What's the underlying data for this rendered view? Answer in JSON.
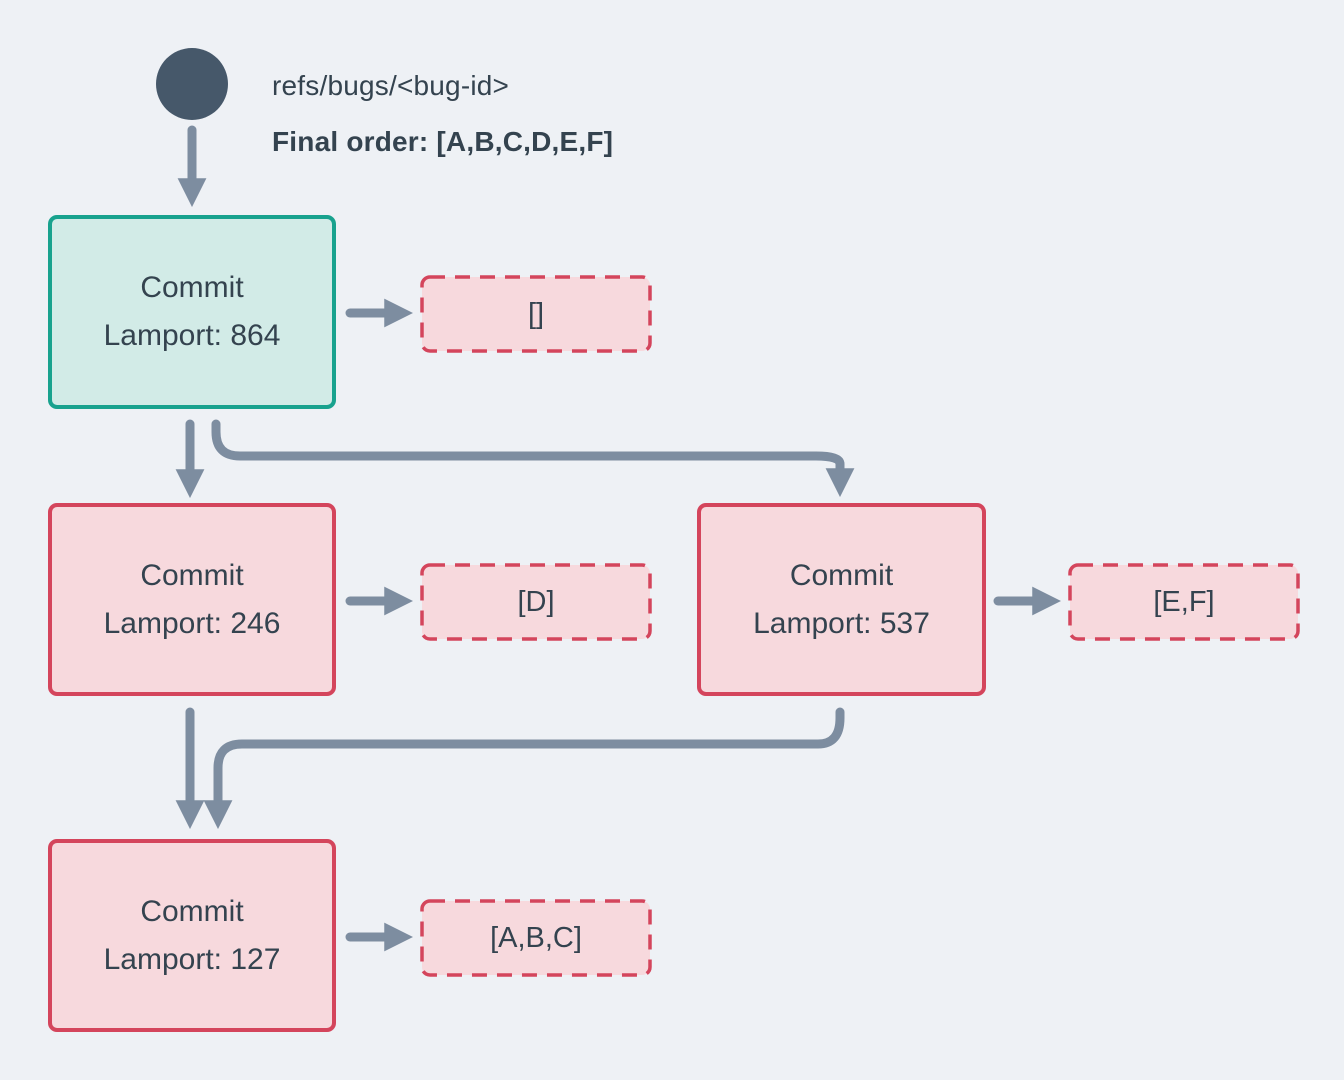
{
  "header": {
    "ref_name": "refs/bugs/<bug-id>",
    "final_order": "Final order: [A,B,C,D,E,F]"
  },
  "nodes": [
    {
      "title": "Commit",
      "lamport": "Lamport: 864",
      "payload": "[]"
    },
    {
      "title": "Commit",
      "lamport": "Lamport: 246",
      "payload": "[D]"
    },
    {
      "title": "Commit",
      "lamport": "Lamport: 537",
      "payload": "[E,F]"
    },
    {
      "title": "Commit",
      "lamport": "Lamport: 127",
      "payload": "[A,B,C]"
    }
  ],
  "colors": {
    "background": "#eef1f5",
    "node_text": "#34434f",
    "arrow": "#7d8da0",
    "ref_dot": "#46586a",
    "teal_border": "#18a28e",
    "teal_fill": "#d2ebe7",
    "pink_border": "#d4455c",
    "pink_fill": "#f7d9dd"
  }
}
